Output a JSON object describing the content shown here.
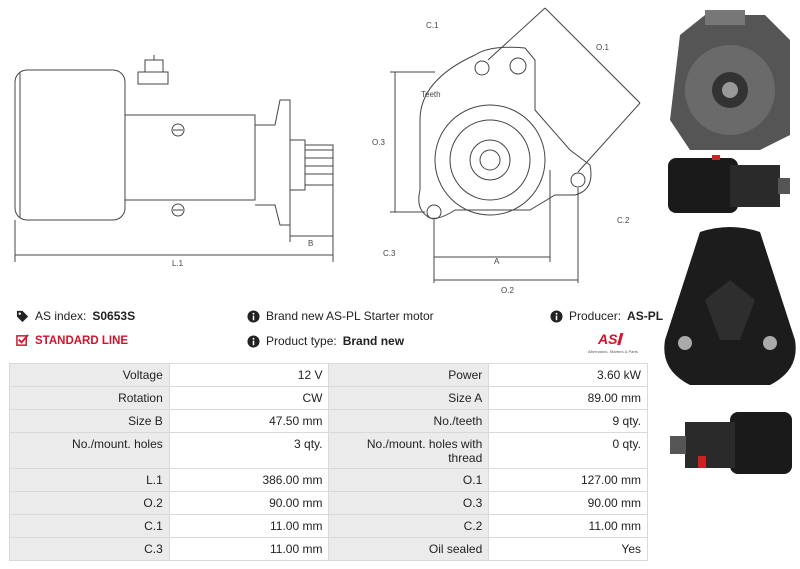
{
  "drawing": {
    "labels": {
      "l1": "L.1",
      "b": "B",
      "c1": "C.1",
      "o1": "O.1",
      "teeth": "Teeth",
      "o3": "O.3",
      "c3": "C.3",
      "c2": "C.2",
      "a": "A",
      "o2": "O.2"
    }
  },
  "info": {
    "as_index_label": "AS index:",
    "as_index_value": "S0653S",
    "description": "Brand new AS-PL Starter motor",
    "producer_label": "Producer:",
    "producer_value": "AS-PL",
    "standard_line": "STANDARD LINE",
    "product_type_label": "Product type:",
    "product_type_value": "Brand new"
  },
  "logo": {
    "text": "AS",
    "subtitle": "Alternators, Starters & Parts"
  },
  "specs": [
    {
      "k1": "Voltage",
      "v1": "12 V",
      "k2": "Power",
      "v2": "3.60 kW"
    },
    {
      "k1": "Rotation",
      "v1": "CW",
      "k2": "Size A",
      "v2": "89.00 mm"
    },
    {
      "k1": "Size B",
      "v1": "47.50 mm",
      "k2": "No./teeth",
      "v2": "9 qty."
    },
    {
      "k1": "No./mount. holes",
      "v1": "3 qty.",
      "k2": "No./mount. holes with thread",
      "v2": "0 qty."
    },
    {
      "k1": "L.1",
      "v1": "386.00 mm",
      "k2": "O.1",
      "v2": "127.00 mm"
    },
    {
      "k1": "O.2",
      "v1": "90.00 mm",
      "k2": "O.3",
      "v2": "90.00 mm"
    },
    {
      "k1": "C.1",
      "v1": "11.00 mm",
      "k2": "C.2",
      "v2": "11.00 mm"
    },
    {
      "k1": "C.3",
      "v1": "11.00 mm",
      "k2": "Oil sealed",
      "v2": "Yes"
    }
  ]
}
